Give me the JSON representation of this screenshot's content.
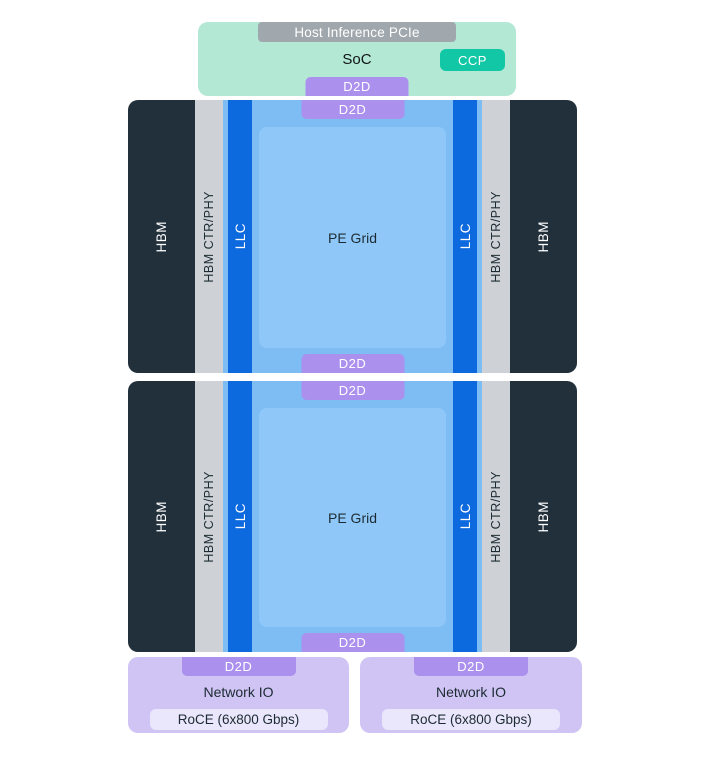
{
  "colors": {
    "mint": "#b3e8d5",
    "teal": "#12c7a5",
    "bar-gray": "#a0a7ad",
    "purple": "#ac90ee",
    "hbm-dark": "#22303c",
    "strip-gray": "#ced2d6",
    "llc-blue": "#0d69de",
    "band-blue": "#7dbdf4",
    "pe-blue": "#8fc8f8",
    "lavender": "#cfc4f4",
    "pill": "#eae6fb",
    "ink": "#1c2b33"
  },
  "soc": {
    "pcie": "Host Inference PCIe",
    "title": "SoC",
    "ccp": "CCP",
    "d2d": "D2D"
  },
  "dies": [
    {
      "d2d_top": "D2D",
      "d2d_bottom": "D2D",
      "hbm_left": "HBM",
      "hbm_right": "HBM",
      "ctrphy_left": "HBM CTR/PHY",
      "ctrphy_right": "HBM CTR/PHY",
      "llc_left": "LLC",
      "llc_right": "LLC",
      "pe_grid": "PE Grid"
    },
    {
      "d2d_top": "D2D",
      "d2d_bottom": "D2D",
      "hbm_left": "HBM",
      "hbm_right": "HBM",
      "ctrphy_left": "HBM CTR/PHY",
      "ctrphy_right": "HBM CTR/PHY",
      "llc_left": "LLC",
      "llc_right": "LLC",
      "pe_grid": "PE Grid"
    }
  ],
  "network_io": [
    {
      "d2d": "D2D",
      "title": "Network IO",
      "roce": "RoCE (6x800 Gbps)"
    },
    {
      "d2d": "D2D",
      "title": "Network IO",
      "roce": "RoCE (6x800 Gbps)"
    }
  ]
}
